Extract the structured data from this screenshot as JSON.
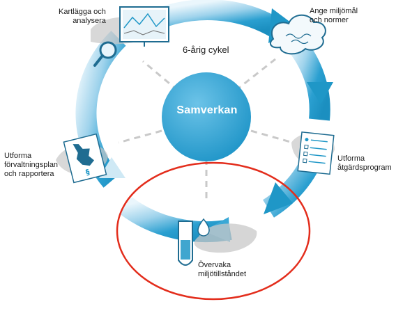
{
  "center": {
    "label": "Samverkan"
  },
  "cycle": {
    "label": "6-årig cykel"
  },
  "steps": [
    {
      "lines": [
        "Kartlägga och",
        "analysera"
      ],
      "icon": "chart-monitor-icon"
    },
    {
      "lines": [
        "Ange miljömål",
        "och normer"
      ],
      "icon": "cloud-icon"
    },
    {
      "lines": [
        "Utforma",
        "åtgärdsprogram"
      ],
      "icon": "document-list-icon"
    },
    {
      "lines": [
        "Övervaka",
        "miljötillståndet"
      ],
      "icon": "test-tube-icon"
    },
    {
      "lines": [
        "Utforma",
        "förvaltningsplan",
        "och rapportera"
      ],
      "icon": "map-document-icon"
    }
  ],
  "colors": {
    "ring_dark": "#1f97c7",
    "ring_light": "#cfe9f5",
    "center": "#2a9fd0",
    "highlight": "#e32d1c",
    "spoke": "#c9c9c9",
    "splash": "#c8c8c8"
  },
  "annotation": {
    "shape": "ellipse",
    "color": "#e32d1c",
    "target": "Övervaka miljötillståndet"
  }
}
